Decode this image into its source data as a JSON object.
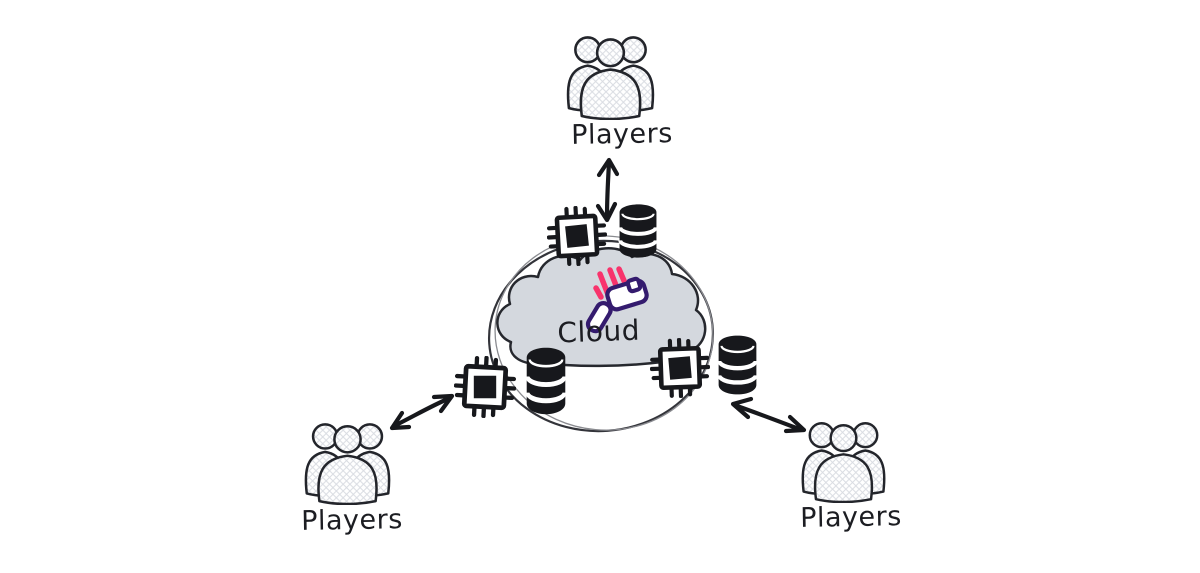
{
  "labels": {
    "cloud": "Cloud",
    "players_top": "Players",
    "players_left": "Players",
    "players_right": "Players"
  },
  "colors": {
    "background": "#ffffff",
    "ink": "#17181c",
    "cloud_fill": "#d4d8de",
    "accent_pink": "#f8336c",
    "accent_indigo": "#341b6e",
    "hatch": "#d9dce2"
  },
  "icons": {
    "players_group": "three-users-icon",
    "compute_node": "cpu-chip-icon",
    "storage": "database-cylinder-icon",
    "cloud": "cloud-icon",
    "cloud_logo": "hammer-icon",
    "connection": "double-headed-arrow-icon"
  }
}
